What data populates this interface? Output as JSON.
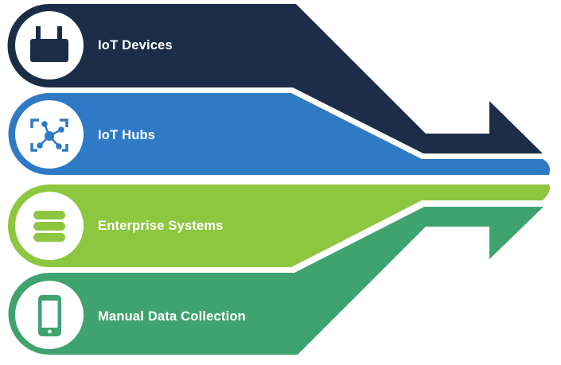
{
  "stages": [
    {
      "label": "IoT Devices",
      "icon": "device-icon",
      "color": "#1b2d47"
    },
    {
      "label": "IoT Hubs",
      "icon": "network-hub-icon",
      "color": "#2f7ac4"
    },
    {
      "label": "Enterprise Systems",
      "icon": "database-icon",
      "color": "#8dc63f"
    },
    {
      "label": "Manual Data Collection",
      "icon": "smartphone-icon",
      "color": "#3fa36f"
    }
  ]
}
